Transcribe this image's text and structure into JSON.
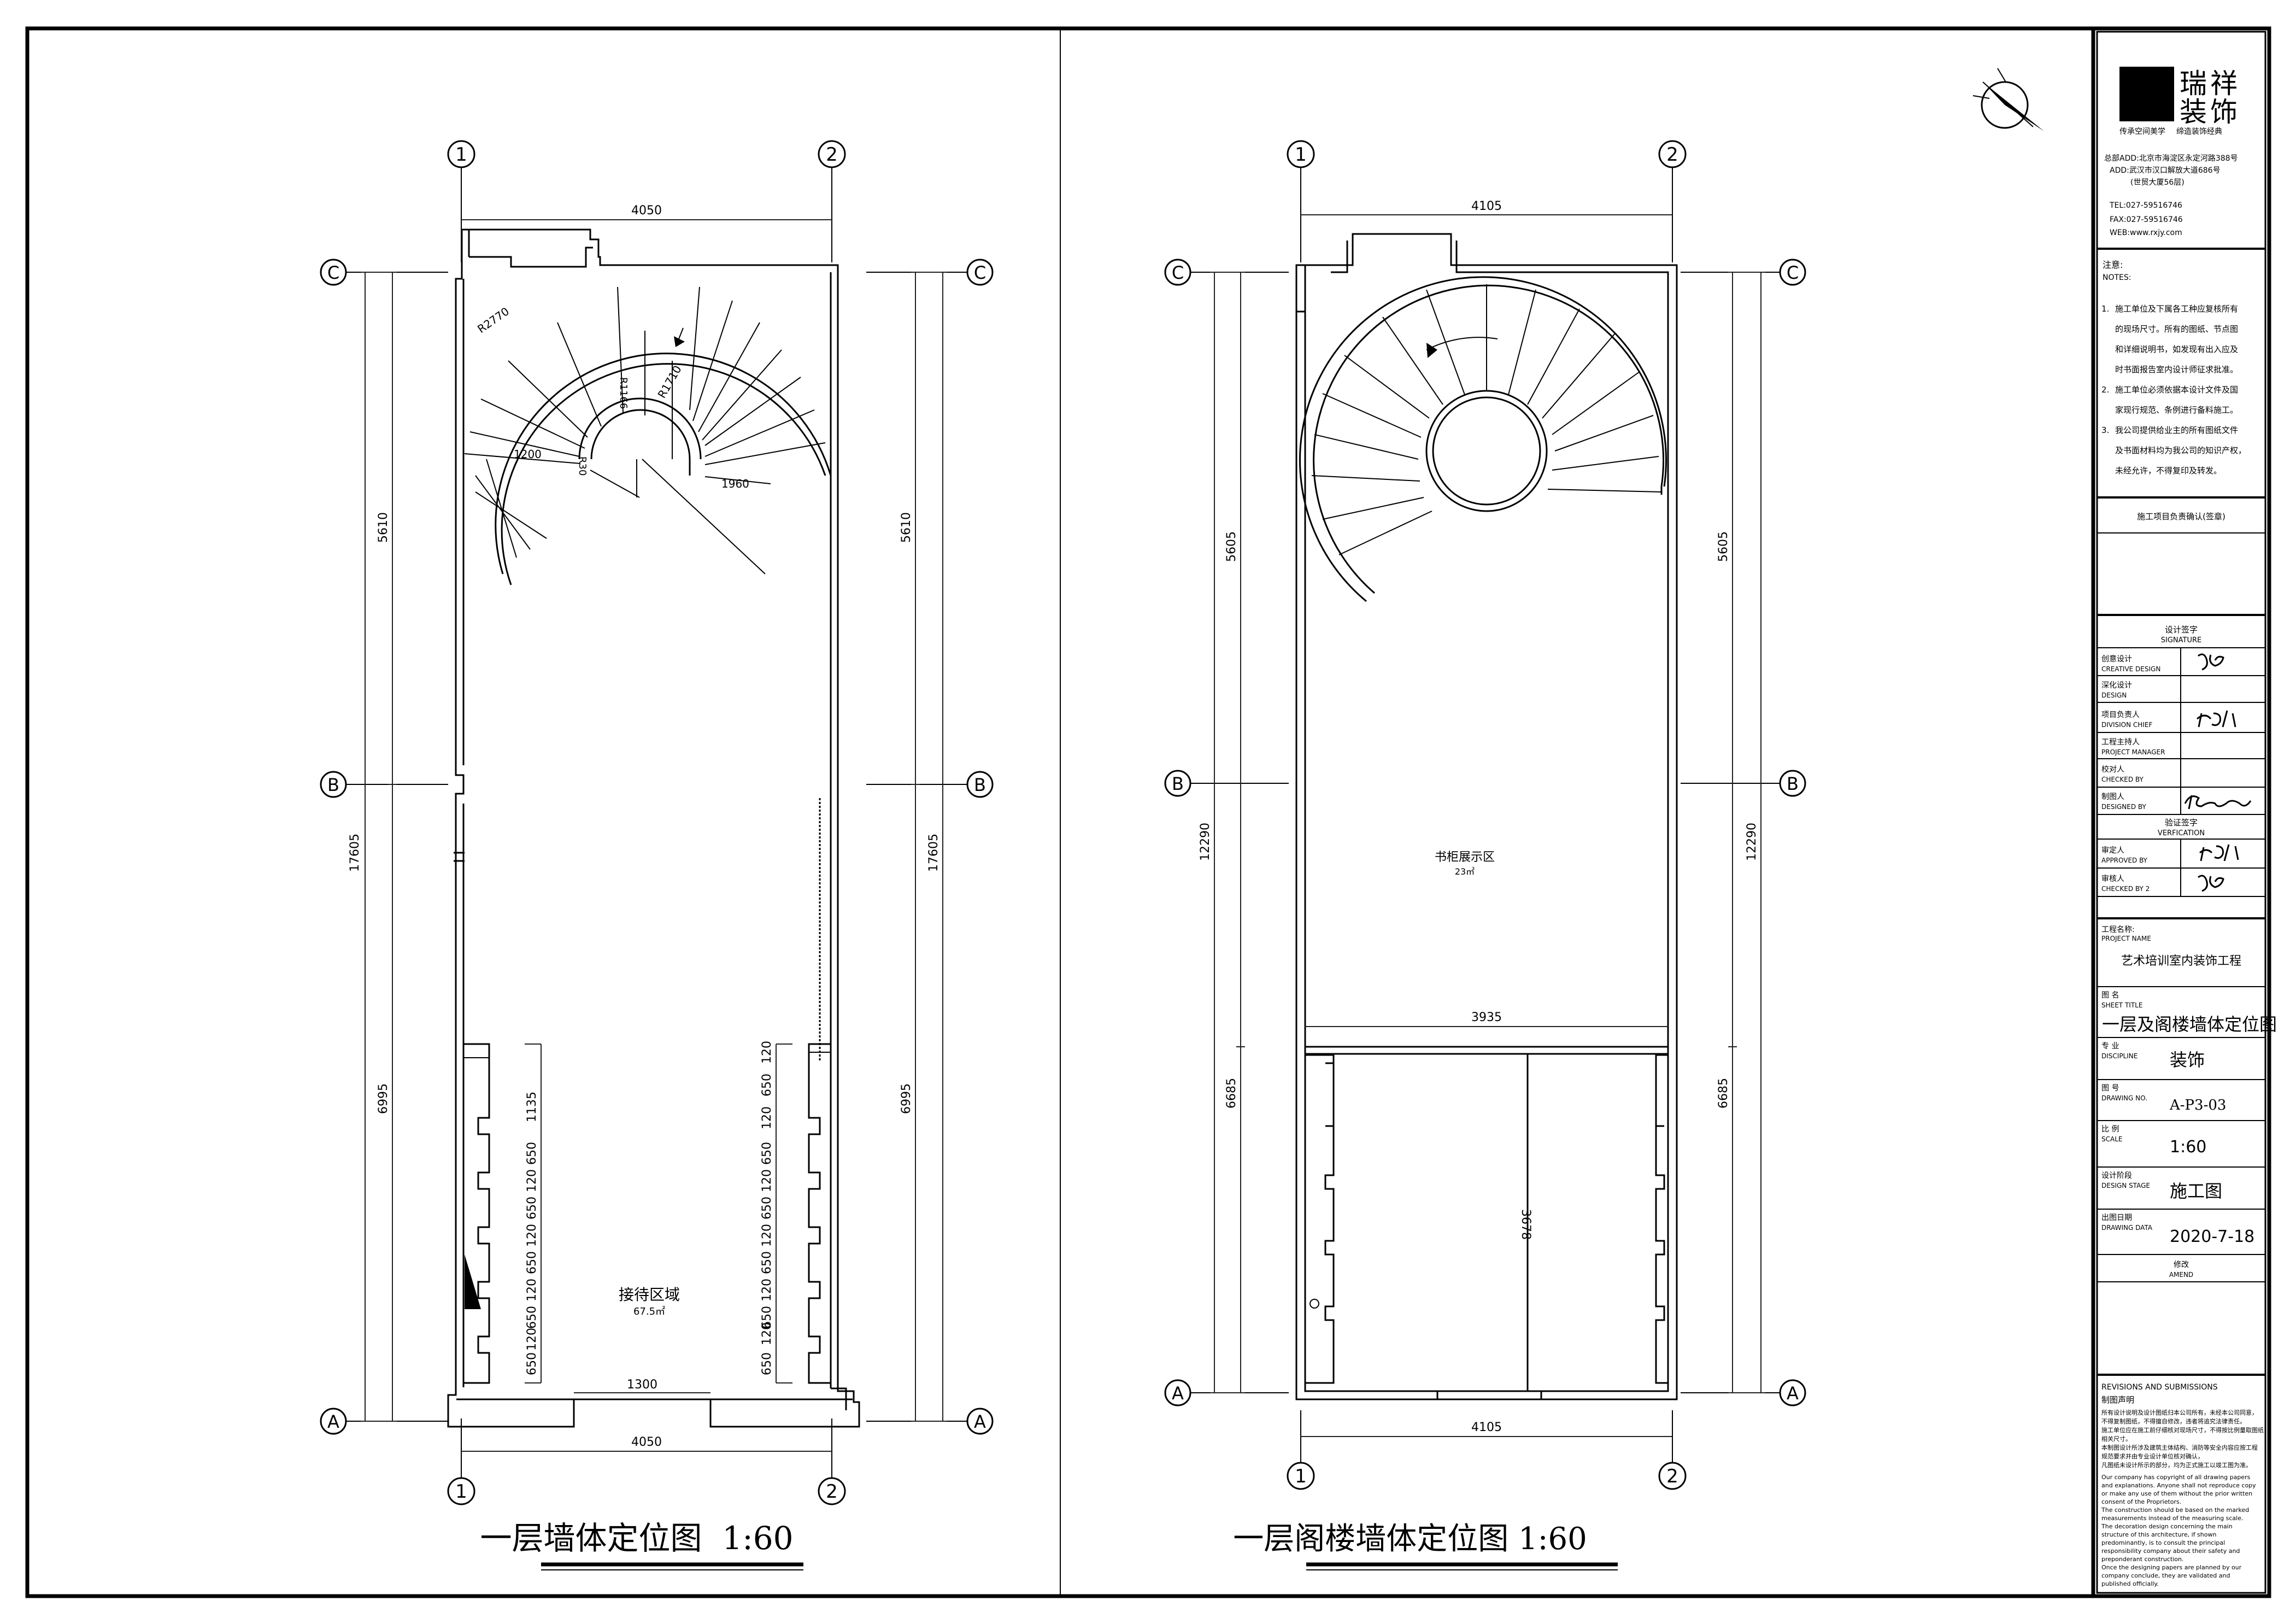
{
  "plan_left": {
    "title": "一层墙体定位图  1:60",
    "grid_1": "1",
    "grid_2": "2",
    "grid_A": "A",
    "grid_B": "B",
    "grid_C": "C",
    "dim_top": "4050",
    "dim_bottom": "4050",
    "dim_door": "1300",
    "dim_left_total": "17605",
    "dim_left_upper": "5610",
    "dim_left_lower": "6995",
    "dim_right_total": "17605",
    "dim_right_upper": "5610",
    "dim_right_lower": "6995",
    "stair_r1": "R2770",
    "stair_r2": "R1710",
    "stair_w": "1200",
    "stair_run": "1960",
    "stair_r3": "R1166",
    "stair_small": "R30",
    "room_name": "接待区域",
    "room_area": "67.5㎡",
    "niche_left": [
      "1135",
      "650",
      "650",
      "650",
      "650",
      "650"
    ],
    "niche_left_gap": [
      "120",
      "120",
      "120",
      "120",
      "120"
    ],
    "niche_right": [
      "650",
      "650",
      "650",
      "650",
      "650",
      "650"
    ],
    "niche_right_gap": [
      "120",
      "120",
      "120",
      "120",
      "120",
      "120"
    ]
  },
  "plan_right": {
    "title": "一层阁楼墙体定位图 1:60",
    "grid_1": "1",
    "grid_2": "2",
    "grid_A": "A",
    "grid_B": "B",
    "grid_C": "C",
    "dim_top": "4105",
    "dim_bottom": "4105",
    "dim_mid": "3935",
    "dim_inner": "3678",
    "dim_left_total": "12290",
    "dim_left_upper": "5605",
    "dim_left_lower": "6685",
    "dim_right_total": "12290",
    "dim_right_upper": "5605",
    "dim_right_lower": "6685",
    "room_name": "书柜展示区",
    "room_area": "23㎡"
  },
  "title_block": {
    "company_line1": "瑞祥",
    "company_line2": "装饰",
    "slogan_left": "传承空间美学",
    "slogan_right": "缔造装饰经典",
    "addr1": "总部ADD:北京市海淀区永定河路388号",
    "addr2": "ADD:武汉市汉口解放大道686号",
    "addr3": "(世贸大厦56层)",
    "tel": "TEL:027-59516746",
    "fax": "FAX:027-59516746",
    "web": "WEB:www.rxjy.com",
    "notes_cn": "注意:",
    "notes_en": "NOTES:",
    "notes": [
      [
        "1.",
        "施工单位及下属各工种应复核所有"
      ],
      [
        "",
        "的现场尺寸。所有的图纸、节点图"
      ],
      [
        "",
        "和详细说明书，如发现有出入应及"
      ],
      [
        "",
        "时书面报告室内设计师征求批准。"
      ],
      [
        "2.",
        "施工单位必须依据本设计文件及国"
      ],
      [
        "",
        "家现行规范、条例进行备料施工。"
      ],
      [
        "3.",
        "我公司提供给业主的所有图纸文件"
      ],
      [
        "",
        "及书面材料均为我公司的知识产权，"
      ],
      [
        "",
        "未经允许，不得复印及转发。"
      ]
    ],
    "confirm": "施工项目负责确认(签章)",
    "sig_cn": "设计签字",
    "sig_en": "SIGNATURE",
    "creative_cn": "创意设计",
    "creative_en": "CREATIVE DESIGN",
    "design_cn": "深化设计",
    "design_en": "DESIGN",
    "chief_cn": "项目负责人",
    "chief_en": "DIVISION CHIEF",
    "pm_cn": "工程主持人",
    "pm_en": "PROJECT MANAGER",
    "checked_cn": "校对人",
    "checked_en": "CHECKED BY",
    "drawn_cn": "制图人",
    "drawn_en": "DESIGNED BY",
    "verif_cn": "验证签字",
    "verif_en": "VERFICATION",
    "approved_cn": "审定人",
    "approved_en": "APPROVED BY",
    "checked2_cn": "审核人",
    "checked2_en": "CHECKED BY 2",
    "project_cn": "工程名称:",
    "project_en": "PROJECT NAME",
    "project_name": "艺术培训室内装饰工程",
    "sheet_cn": "图 名",
    "sheet_en": "SHEET TITLE",
    "sheet_title": "一层及阁楼墙体定位图",
    "disc_cn": "专 业",
    "disc_en": "DISCIPLINE",
    "discipline": "装饰",
    "no_cn": "图 号",
    "no_en": "DRAWING NO.",
    "drawing_no": "A-P3-03",
    "scale_cn": "比 例",
    "scale_en": "SCALE",
    "scale": "1:60",
    "stage_cn": "设计阶段",
    "stage_en": "DESIGN STAGE",
    "stage": "施工图",
    "date_cn": "出图日期",
    "date_en": "DRAWING DATA",
    "date": "2020-7-18",
    "amend_cn": "修改",
    "amend_en": "AMEND",
    "rev_en": "REVISIONS AND SUBMISSIONS",
    "rev_cn": "制图声明",
    "rev_cn_lines": [
      "所有设计说明及设计图纸归本公司所有，未经本公司同意，",
      "不得复制图纸，不得擅自修改，违者将追究法律责任。",
      "施工单位应在施工前仔细核对现场尺寸，不得按比例量取图纸",
      "相关尺寸。",
      "本制图设计所涉及建筑主体结构、消防等安全内容应按工程",
      "规范要求并由专业设计单位核对确认，",
      "凡图纸未设计所示的部分，均为正式施工以竣工图为准。"
    ],
    "rev_en_lines": [
      "Our company has copyright of all drawing papers",
      "and explanations. Anyone shall not reproduce copy",
      "or make any use of them without the prior written",
      "consent of the Proprietors.",
      "The construction should be based on the marked",
      "measurements instead of the measuring scale.",
      "The decoration design concerning the main",
      "structure of this architecture, if shown",
      "predominantly, is to consult the principal",
      "responsibility company about their safety and",
      "preponderant construction.",
      "Once the designing papers are planned by our",
      "company conclude, they are validated and",
      "published officially."
    ]
  }
}
